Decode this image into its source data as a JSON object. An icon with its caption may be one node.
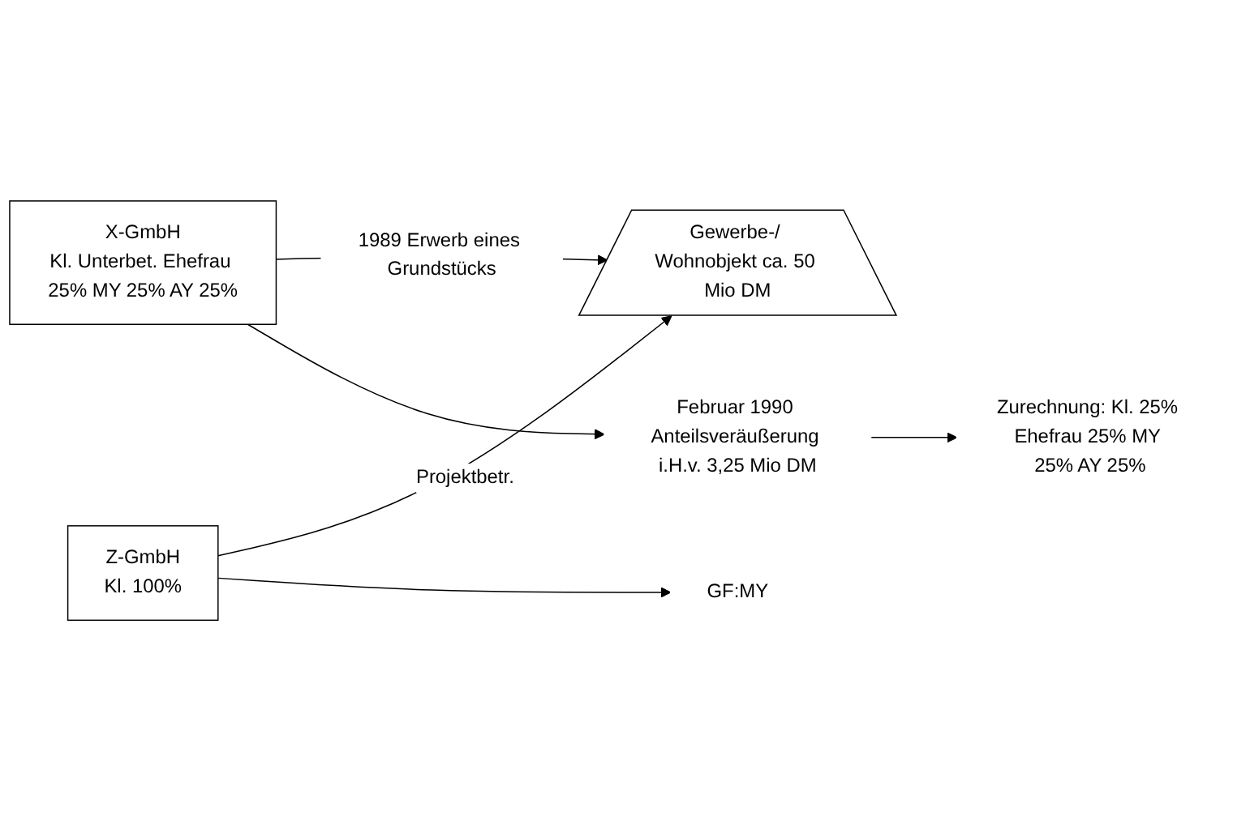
{
  "diagram": {
    "nodes": [
      {
        "text": [
          "X-GmbH",
          "Kl. Unterbet. Ehefrau 25% MY 25% AY 25%"
        ]
      },
      {
        "text": [
          "Gewerbe-/ Wohnobjekt ca. 50 Mio DM"
        ]
      },
      {
        "text": [
          "Z-GmbH",
          "Kl. 100%"
        ]
      },
      {
        "text": [
          "GF:MY"
        ]
      },
      {
        "text": [
          "Februar 1990 Anteilsveräußerung i.H.v. 3,25 Mio DM"
        ]
      },
      {
        "text": [
          "Zurechnung: Kl. 25% Ehefrau 25% MY 25% AY 25%"
        ]
      }
    ],
    "edges": [
      {
        "from": 0,
        "to": 1,
        "arrow": "to",
        "label": "1989 Erwerb eines Grundstücks"
      },
      {
        "from": 2,
        "to": 1,
        "arrow": "to",
        "label": "Projektbetr."
      },
      {
        "from": 2,
        "to": 3,
        "arrow": "to"
      },
      {
        "from": 0,
        "to": 4,
        "arrow": "to"
      },
      {
        "from": 4,
        "to": 5,
        "arrow": "to"
      }
    ]
  }
}
